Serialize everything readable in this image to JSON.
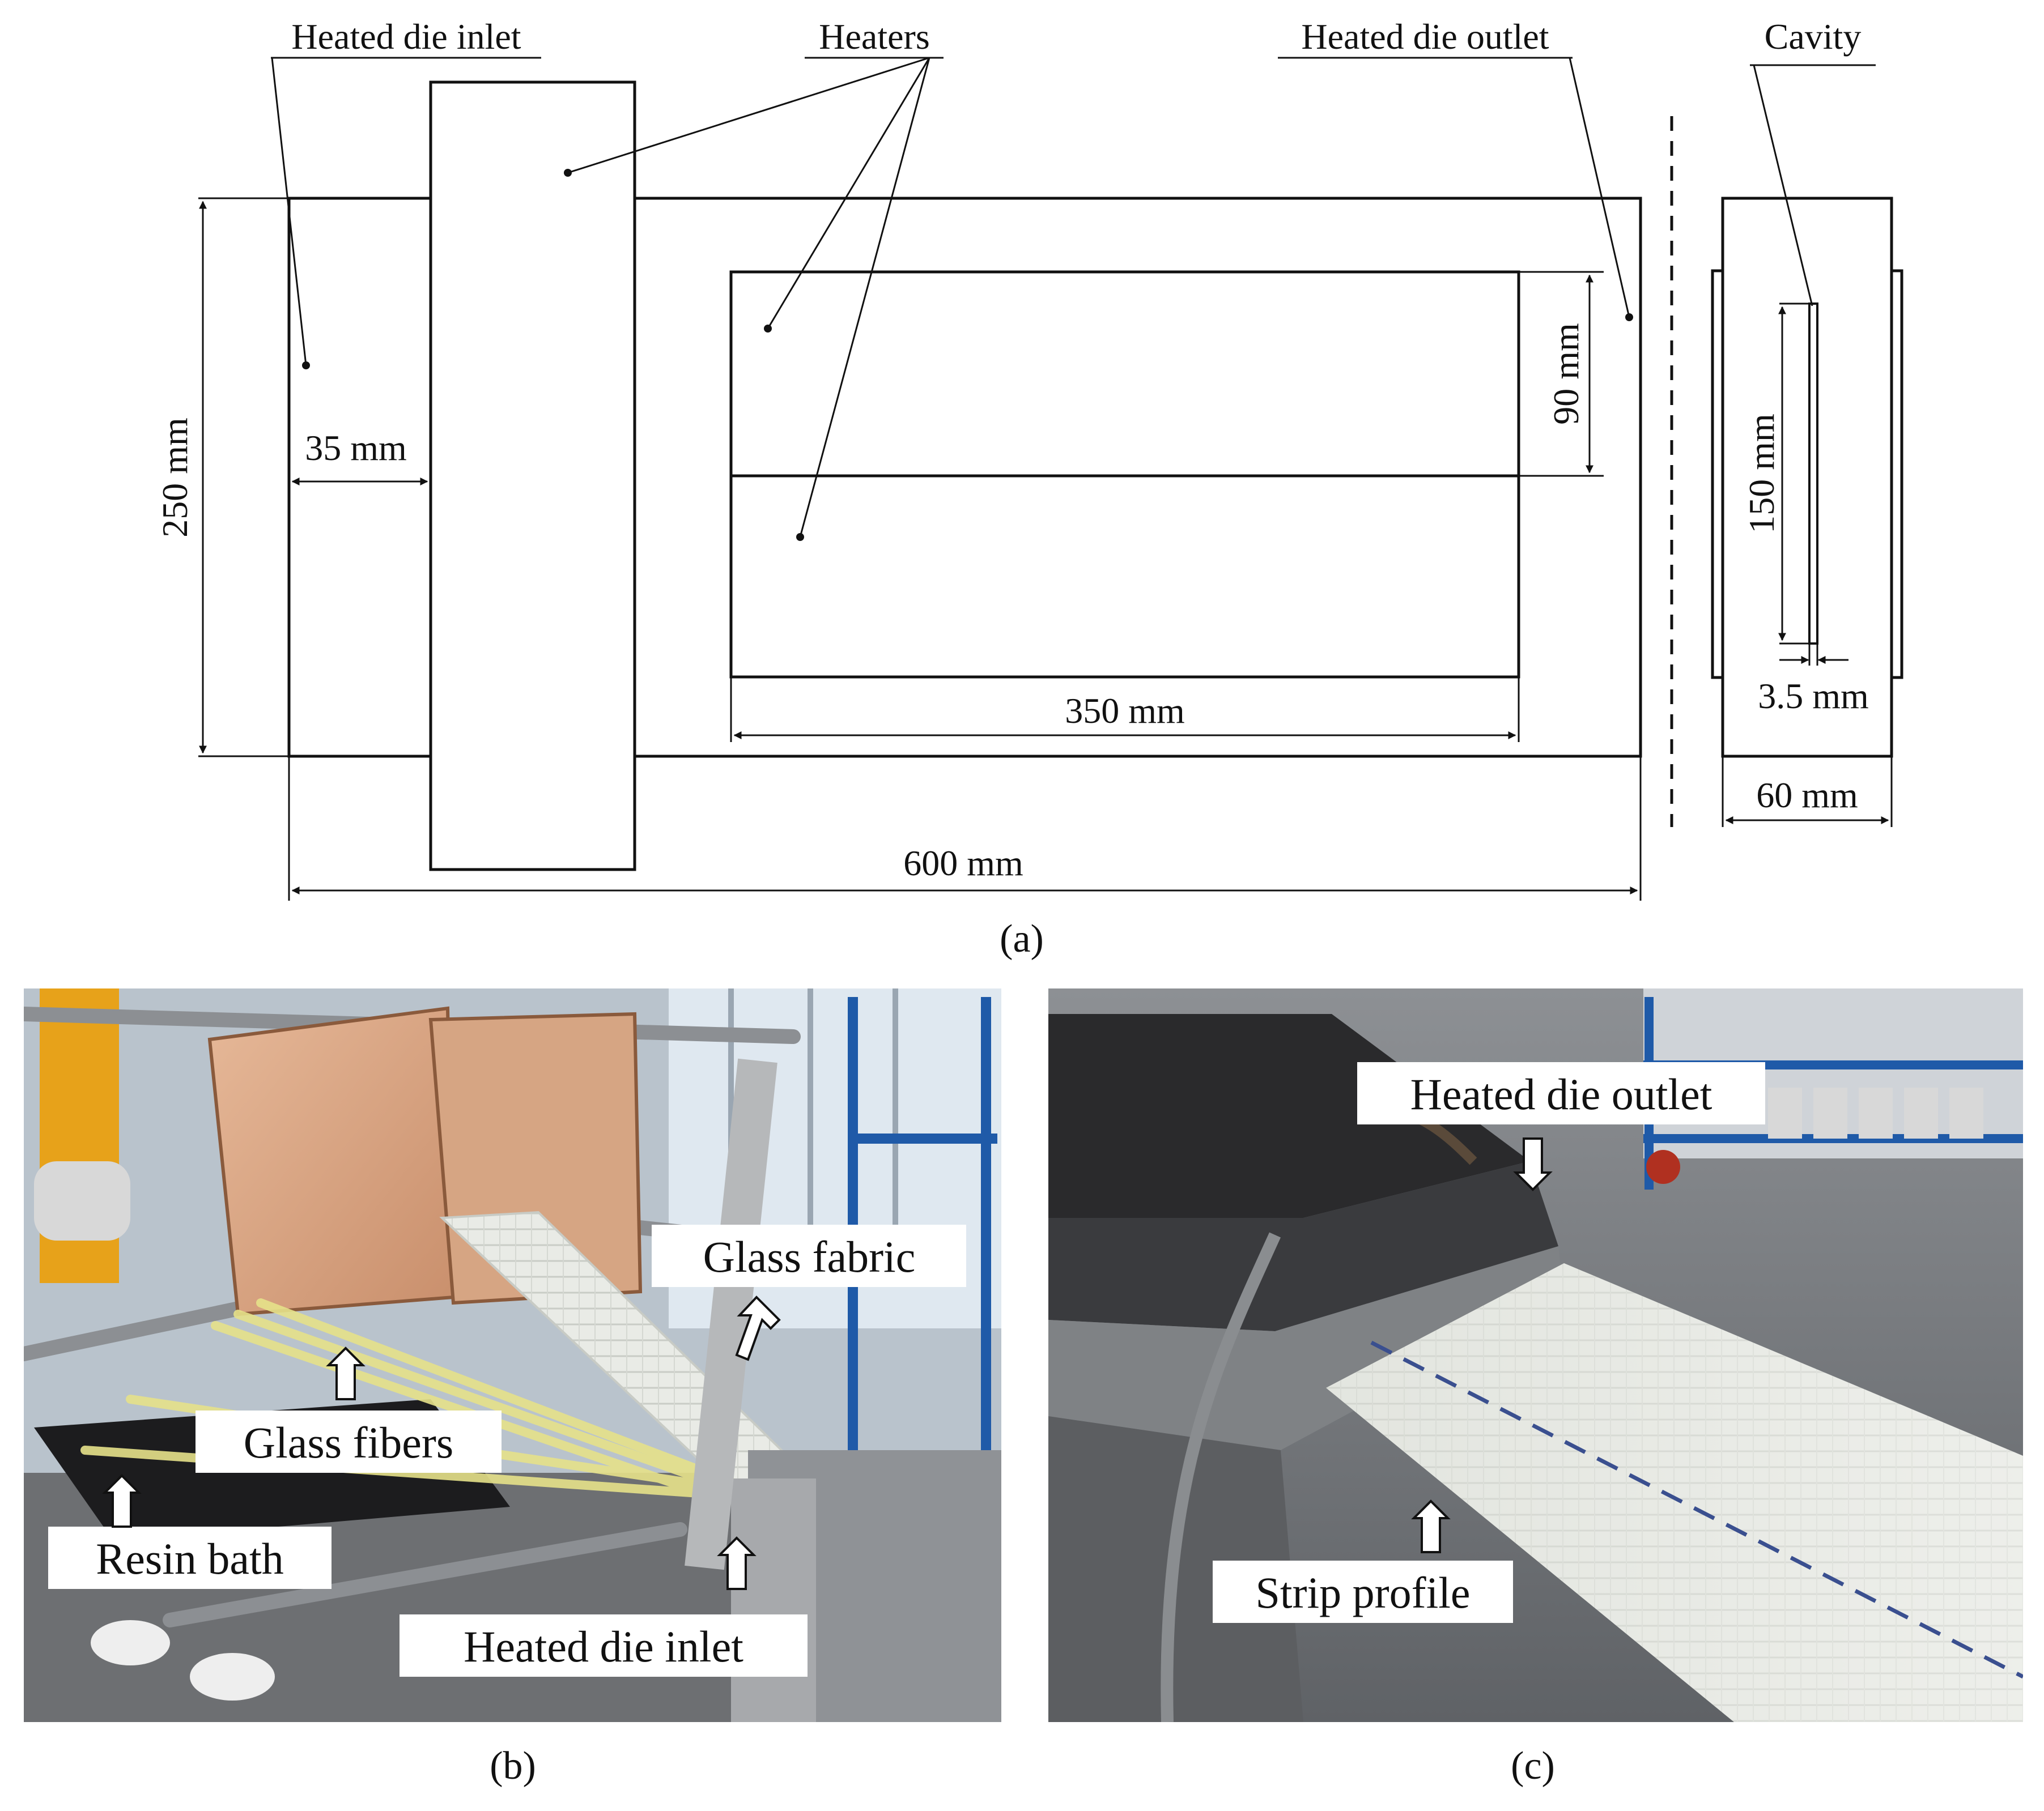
{
  "figure": {
    "panel_a": {
      "caption": "(a)",
      "labels": {
        "die_inlet": "Heated die inlet",
        "heaters": "Heaters",
        "die_outlet": "Heated die outlet",
        "cavity": "Cavity"
      },
      "dimensions": {
        "height": "250 mm",
        "inlet_length": "35 mm",
        "heater_height": "90 mm",
        "heater_length": "350 mm",
        "total_length": "600 mm",
        "cavity_length": "150 mm",
        "cavity_thickness": "3.5 mm",
        "die_width": "60 mm"
      }
    },
    "panel_b": {
      "caption": "(b)",
      "labels": {
        "glass_fabric": "Glass fabric",
        "glass_fibers": "Glass fibers",
        "resin_bath": "Resin bath",
        "die_inlet": "Heated die inlet"
      }
    },
    "panel_c": {
      "caption": "(c)",
      "labels": {
        "die_outlet": "Heated die outlet",
        "strip_profile": "Strip profile"
      }
    },
    "colors": {
      "line": "#111111",
      "label_box": "#ffffff",
      "stitch": "#3a4f8f"
    }
  }
}
